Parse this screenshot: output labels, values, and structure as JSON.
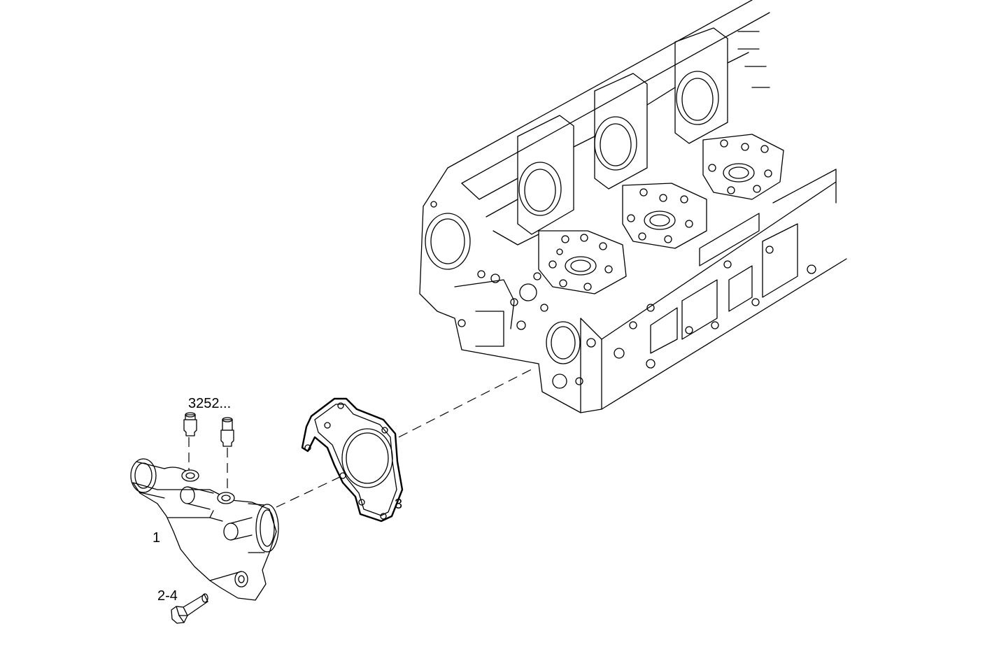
{
  "callouts": {
    "part_1": "1",
    "part_2_4": "2-4",
    "part_3": "3",
    "ref_3252": "3252..."
  },
  "colors": {
    "line": "#000000",
    "background": "#ffffff"
  }
}
